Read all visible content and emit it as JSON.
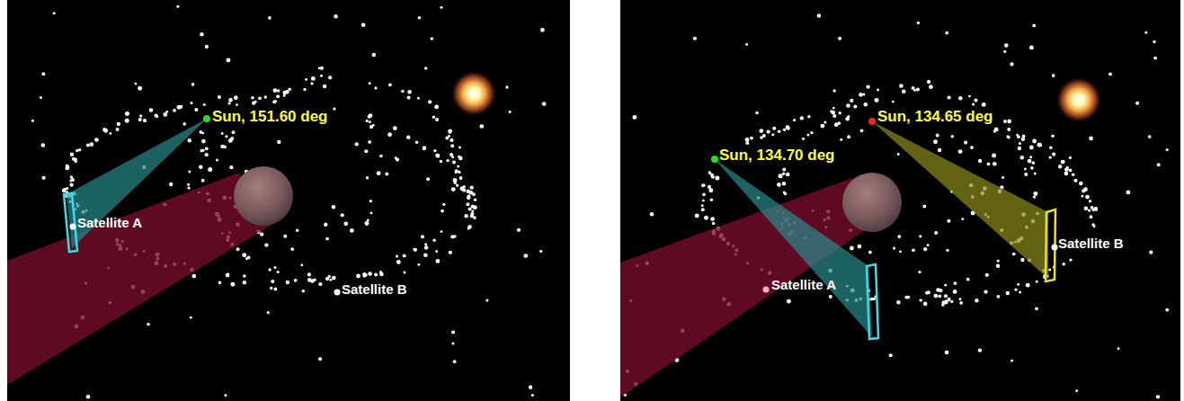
{
  "diagram": {
    "labels": [
      "Sun, 151.60 deg",
      "Satellite A",
      "Satellite B",
      "Sun, 134.65 deg",
      "Sun, 134.70 deg",
      "Satellite A",
      "Satellite B"
    ]
  }
}
